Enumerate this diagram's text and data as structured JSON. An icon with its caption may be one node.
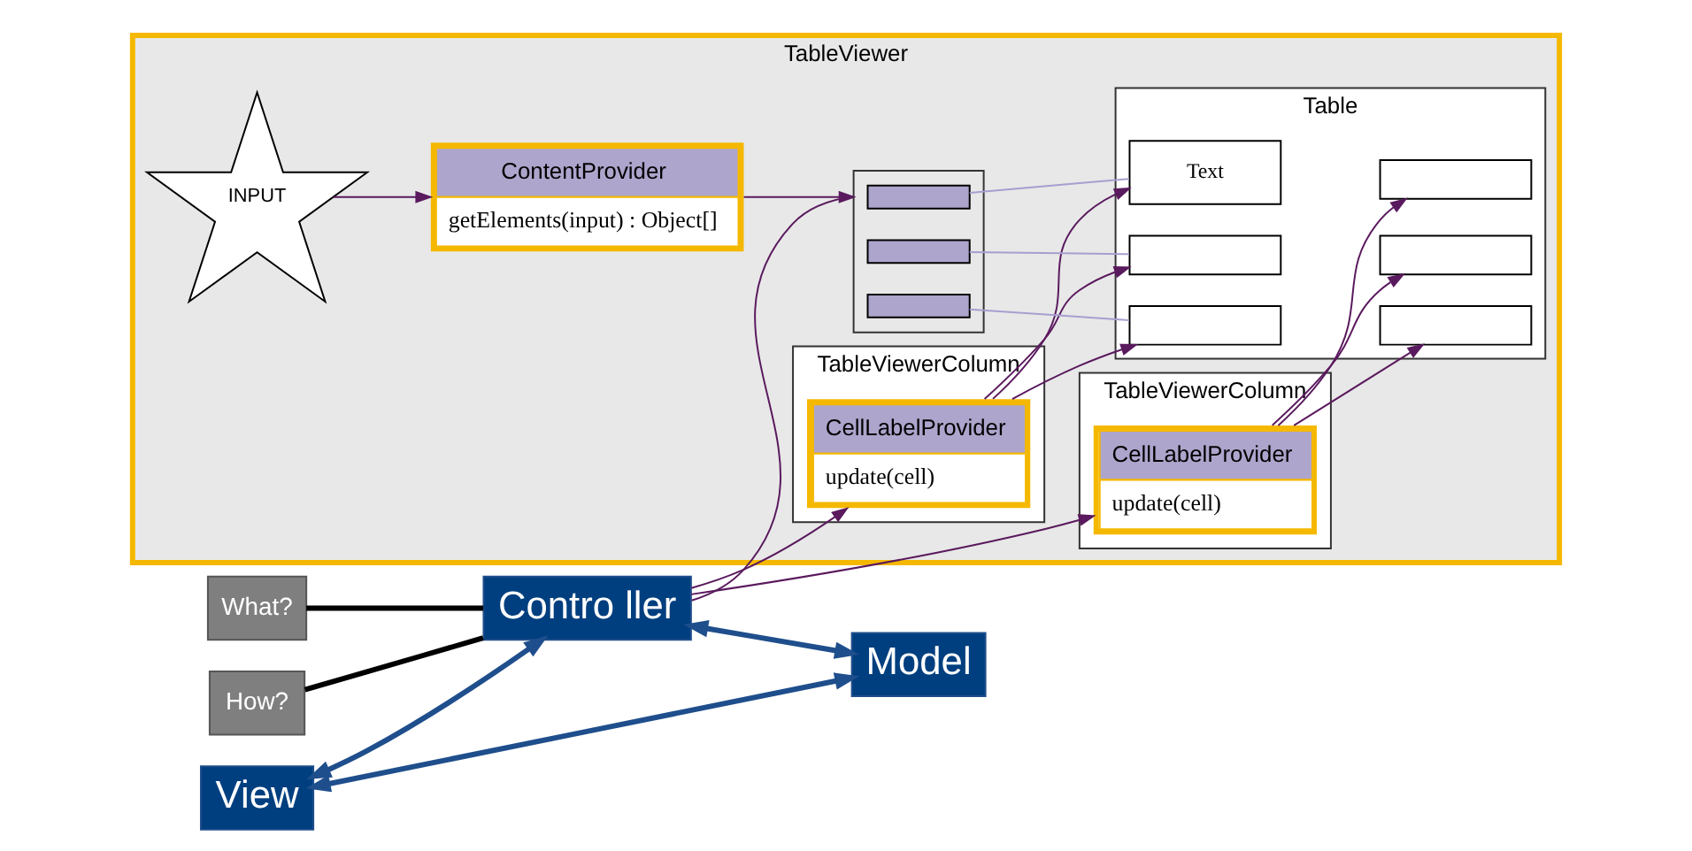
{
  "diagram": {
    "nodes": [
      {
        "text": [
          "TableViewer"
        ]
      },
      {
        "text": [
          "View"
        ]
      },
      {
        "text": [
          "Contro ller"
        ]
      },
      {
        "text": [
          "Model"
        ]
      },
      {
        "text": [
          "How?"
        ]
      },
      {
        "text": [
          "What?"
        ]
      },
      {
        "text": [
          "TableViewerColumn"
        ],
        "in": 0
      },
      {
        "text": [
          "TableViewerColumn"
        ],
        "in": 0
      },
      {
        "text": [
          "CellLabelProvider",
          "update(cell)"
        ],
        "in": 6
      },
      {
        "text": [
          "CellLabelProvider",
          "update(cell)"
        ],
        "in": 7
      },
      {
        "text": [
          "INPUT"
        ],
        "in": 0
      },
      {
        "text": [
          "ContentProvider",
          "getElements(input) : Object[]"
        ],
        "in": 0
      },
      {
        "text": [],
        "shape": "box",
        "in": 0
      },
      {
        "text": [],
        "shape": "bar",
        "in": 12
      },
      {
        "text": [],
        "shape": "bar",
        "in": 12
      },
      {
        "text": [],
        "shape": "bar",
        "in": 12
      },
      {
        "text": [
          "Table"
        ],
        "in": 0
      },
      {
        "text": [
          "Text"
        ],
        "in": 16
      },
      {
        "text": [],
        "shape": "box",
        "in": 16
      },
      {
        "text": [],
        "shape": "box",
        "in": 16
      },
      {
        "text": [],
        "shape": "box",
        "in": 16
      },
      {
        "text": [],
        "shape": "box",
        "in": 16
      },
      {
        "text": [],
        "shape": "box",
        "in": 16
      }
    ],
    "edges": [
      {
        "from": 1,
        "to": 2,
        "arrow": "both",
        "style": "thick",
        "color": "#1f4e8c"
      },
      {
        "from": 1,
        "to": 3,
        "arrow": "both",
        "style": "thick",
        "color": "#1f4e8c"
      },
      {
        "from": 2,
        "to": 3,
        "arrow": "both",
        "style": "thick",
        "color": "#1f4e8c"
      },
      {
        "from": 4,
        "to": 2,
        "arrow": "none",
        "style": "thick",
        "color": "#000000"
      },
      {
        "from": 5,
        "to": 2,
        "arrow": "none",
        "style": "thick",
        "color": "#000000"
      },
      {
        "from": 2,
        "to": 8,
        "arrow": "to"
      },
      {
        "from": 2,
        "to": 9,
        "arrow": "to"
      },
      {
        "from": 2,
        "to": 12,
        "arrow": "none"
      },
      {
        "from": 10,
        "to": 11,
        "arrow": "to"
      },
      {
        "from": 11,
        "to": 12,
        "arrow": "to"
      },
      {
        "from": 13,
        "to": 17,
        "arrow": "none",
        "color": "#a79fd0"
      },
      {
        "from": 14,
        "to": 19,
        "arrow": "none",
        "color": "#a79fd0"
      },
      {
        "from": 15,
        "to": 21,
        "arrow": "none",
        "color": "#a79fd0"
      },
      {
        "from": 8,
        "to": 17,
        "arrow": "to"
      },
      {
        "from": 8,
        "to": 19,
        "arrow": "to"
      },
      {
        "from": 8,
        "to": 21,
        "arrow": "to"
      },
      {
        "from": 9,
        "to": 18,
        "arrow": "to"
      },
      {
        "from": 9,
        "to": 20,
        "arrow": "to"
      },
      {
        "from": 9,
        "to": 22,
        "arrow": "to"
      }
    ]
  }
}
